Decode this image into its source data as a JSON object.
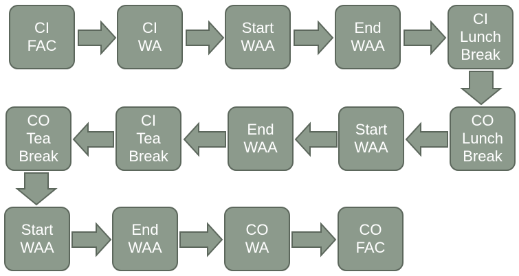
{
  "nodes": [
    {
      "id": "ci-fac",
      "lines": [
        "CI",
        "FAC"
      ]
    },
    {
      "id": "ci-wa",
      "lines": [
        "CI",
        "WA"
      ]
    },
    {
      "id": "start-waa-1",
      "lines": [
        "Start",
        "WAA"
      ]
    },
    {
      "id": "end-waa-1",
      "lines": [
        "End",
        "WAA"
      ]
    },
    {
      "id": "ci-lunch-break",
      "lines": [
        "CI",
        "Lunch",
        "Break"
      ]
    },
    {
      "id": "co-lunch-break",
      "lines": [
        "CO",
        "Lunch",
        "Break"
      ]
    },
    {
      "id": "start-waa-2",
      "lines": [
        "Start",
        "WAA"
      ]
    },
    {
      "id": "end-waa-2",
      "lines": [
        "End",
        "WAA"
      ]
    },
    {
      "id": "ci-tea-break",
      "lines": [
        "CI",
        "Tea",
        "Break"
      ]
    },
    {
      "id": "co-tea-break",
      "lines": [
        "CO",
        "Tea",
        "Break"
      ]
    },
    {
      "id": "start-waa-3",
      "lines": [
        "Start",
        "WAA"
      ]
    },
    {
      "id": "end-waa-3",
      "lines": [
        "End",
        "WAA"
      ]
    },
    {
      "id": "co-wa",
      "lines": [
        "CO",
        "WA"
      ]
    },
    {
      "id": "co-fac",
      "lines": [
        "CO",
        "FAC"
      ]
    }
  ],
  "edges": [
    {
      "from": "ci-fac",
      "to": "ci-wa"
    },
    {
      "from": "ci-wa",
      "to": "start-waa-1"
    },
    {
      "from": "start-waa-1",
      "to": "end-waa-1"
    },
    {
      "from": "end-waa-1",
      "to": "ci-lunch-break"
    },
    {
      "from": "ci-lunch-break",
      "to": "co-lunch-break"
    },
    {
      "from": "co-lunch-break",
      "to": "start-waa-2"
    },
    {
      "from": "start-waa-2",
      "to": "end-waa-2"
    },
    {
      "from": "end-waa-2",
      "to": "ci-tea-break"
    },
    {
      "from": "ci-tea-break",
      "to": "co-tea-break"
    },
    {
      "from": "co-tea-break",
      "to": "start-waa-3"
    },
    {
      "from": "start-waa-3",
      "to": "end-waa-3"
    },
    {
      "from": "end-waa-3",
      "to": "co-wa"
    },
    {
      "from": "co-wa",
      "to": "co-fac"
    }
  ],
  "colors": {
    "box_fill": "#8c9a8c",
    "box_border": "#5c675c",
    "text": "#ffffff",
    "arrow_fill": "#8c9a8c",
    "arrow_border": "#5c675c"
  }
}
